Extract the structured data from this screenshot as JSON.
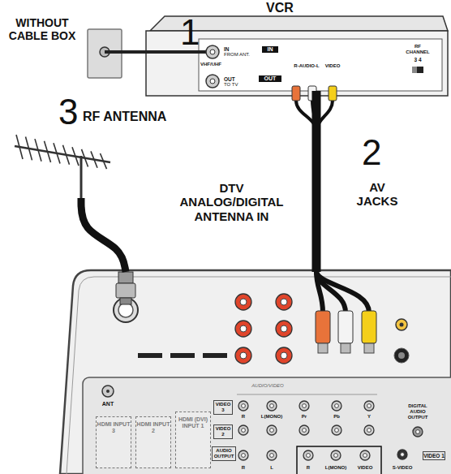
{
  "diagram": {
    "nodes": [
      {
        "text": [
          "WITHOUT CABLE BOX"
        ]
      },
      {
        "text": [
          "VCR"
        ]
      },
      {
        "text": [
          "RF ANTENNA"
        ]
      },
      {
        "text": [
          "DTV ANALOG/DIGITAL ANTENNA IN"
        ]
      },
      {
        "text": [
          "HDMI INPUT 3"
        ],
        "in": 3
      },
      {
        "text": [
          "HDMI INPUT 2"
        ],
        "in": 3
      },
      {
        "text": [
          "HDMI (DVI) INPUT 1"
        ],
        "in": 3
      }
    ],
    "edges": [
      {
        "from": 0,
        "to": 1,
        "arrow": "none",
        "label": "1"
      },
      {
        "from": 1,
        "to": 3,
        "arrow": "none",
        "label": "2"
      },
      {
        "from": 2,
        "to": 3,
        "arrow": "none"
      }
    ],
    "labels": [
      "IN",
      "FROM ANT.",
      "VHF/UHF",
      "OUT",
      "TO TV",
      "IN",
      "OUT",
      "R-AUDIO-L",
      "VIDEO",
      "RF CHANNEL",
      "3 4",
      "3",
      "AV JACKS",
      "ANT",
      "AUDIO/VIDEO",
      "VIDEO 3",
      "VIDEO 2",
      "R",
      "L(MONO)",
      "Pr",
      "Pb",
      "Y",
      "AUDIO OUTPUT",
      "R",
      "L",
      "DIGITAL AUDIO OUTPUT",
      "R",
      "L(MONO)",
      "VIDEO",
      "S-VIDEO",
      "VIDEO 1"
    ]
  }
}
